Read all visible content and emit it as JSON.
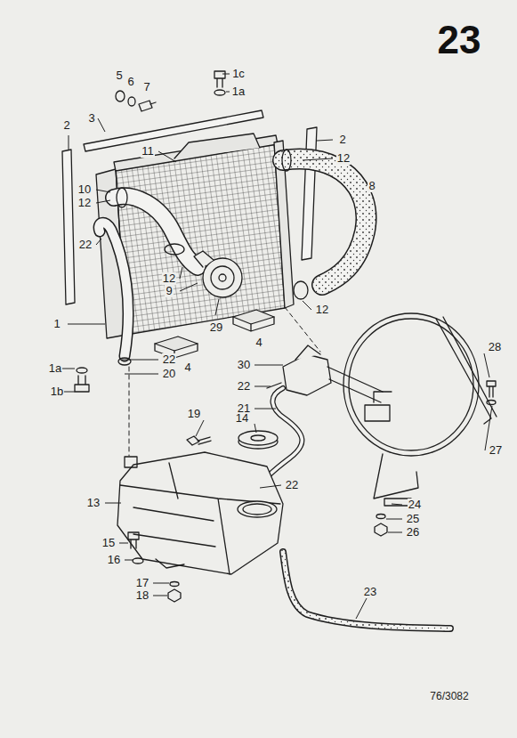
{
  "diagram": {
    "title": "23",
    "caption": "76/3082",
    "labels": [
      "5",
      "6",
      "7",
      "1c",
      "1a",
      "2",
      "3",
      "11",
      "2",
      "12",
      "10",
      "12",
      "8",
      "22",
      "12",
      "9",
      "12",
      "29",
      "1",
      "4",
      "4",
      "1a",
      "1b",
      "22",
      "20",
      "30",
      "28",
      "22",
      "21",
      "19",
      "14",
      "27",
      "13",
      "22",
      "24",
      "15",
      "25",
      "16",
      "26",
      "17",
      "18",
      "23"
    ]
  }
}
